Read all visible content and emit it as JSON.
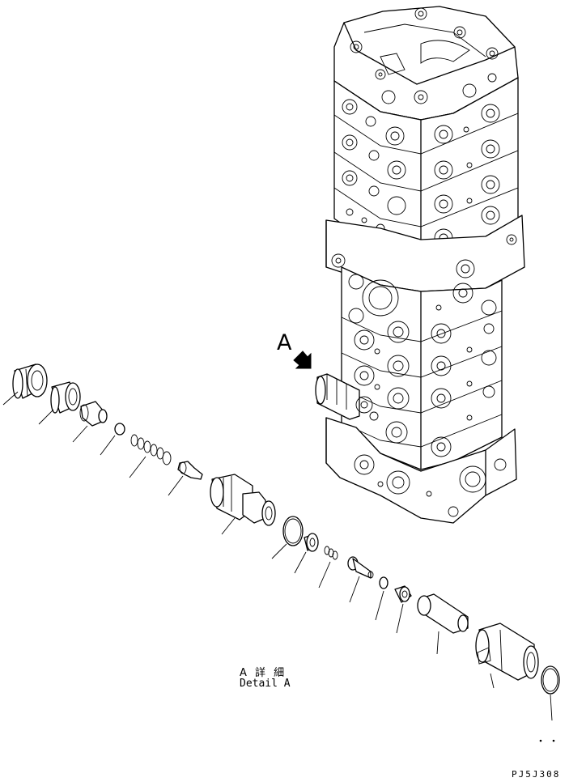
{
  "callout_label": "A",
  "detail_title_jp": "A 詳 細",
  "detail_title_en": "Detail A",
  "drawing_code": "PJ5J308",
  "icons": {
    "arrow": "view-direction-arrow-icon"
  },
  "colors": {
    "ink": "#000000",
    "paper": "#ffffff"
  }
}
